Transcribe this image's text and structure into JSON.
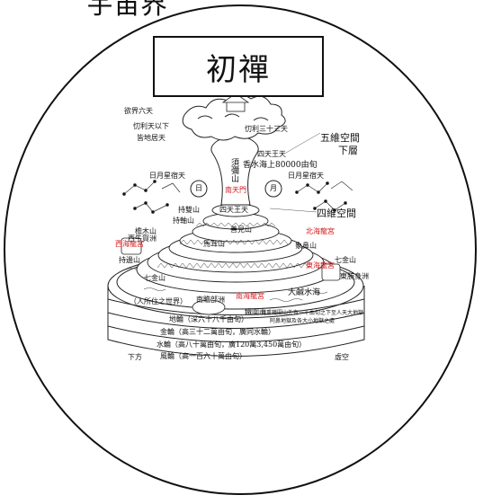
{
  "top_fragment": "宇宙界",
  "title": "初禪",
  "labels": {
    "realm_six_heavens": "欲界六天",
    "tusita_below": "忉利天以下",
    "ground_heavens": "皆地居天",
    "trayastrimsa": "忉利三十三天",
    "four_kings_upper": "四天王天",
    "ocean_height": "香水海上80000由旬",
    "sumeru": "須彌山",
    "five_dim_lower": "五維空間",
    "five_dim_lower_2": "下層",
    "sun_moon_stars_left": "日月星宿天",
    "sun_moon_stars_right": "日月星宿天",
    "sun": "日",
    "moon": "月",
    "south_gate": "南天門",
    "four_kings_lower": "四天王天",
    "four_dimensions": "四維空間",
    "jambu_mountain": "持雙山",
    "chi_zhou": "持軸山",
    "tan_mu": "檐木山",
    "shan_jian": "善見山",
    "ma_er": "馬耳山",
    "xiang_bi": "象鼻山",
    "chi_bian": "持邊山",
    "west_palace": "西海龍宮",
    "north_palace": "北海龍宮",
    "east_palace": "東海龍宮",
    "south_palace": "南海龍宮",
    "west_continent": "西牛賀洲",
    "east_continent": "東勝身洲",
    "south_continent": "南贍部洲",
    "seven_gold_left": "七金山",
    "seven_gold_right": "七金山",
    "great_salt_sea": "大鹹水海",
    "human_world": "（人所住之世界）",
    "iron_mountain": "鐵圍山",
    "iron_ring_text": "雙重鐵圍山外有一千由旬之下至人天大地獄",
    "iron_ring_text_2": "阿鼻地獄及各大小地獄之處",
    "earth_layer": "地輪（深六十八千由旬）",
    "gold_layer": "金輪（高三十二萬由旬，廣同水輪）",
    "water_layer": "水輪（高八十萬由旬，廣120萬3,450萬由旬）",
    "wind_layer": "風輪（高一百六十萬由旬）",
    "below": "下方",
    "void": "虛空"
  },
  "colors": {
    "ink": "#111111",
    "accent_red": "#d4181c"
  }
}
